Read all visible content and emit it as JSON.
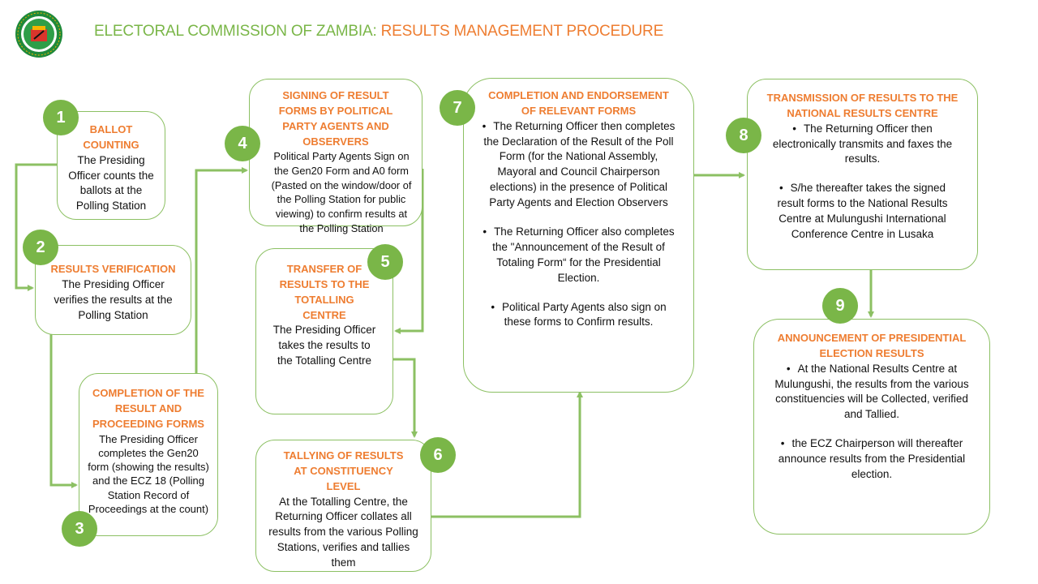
{
  "header": {
    "title_part1": "ELECTORAL COMMISSION OF ZAMBIA:",
    "title_part2": "RESULTS MANAGEMENT PROCEDURE",
    "logo_icon": "ecz-seal-icon"
  },
  "colors": {
    "accent_green": "#7ab648",
    "heading_orange": "#ee7d31",
    "border_green": "#8cc063"
  },
  "steps": [
    {
      "number": "1",
      "title": "BALLOT COUNTING",
      "body": "The Presiding Officer counts the ballots at the Polling Station"
    },
    {
      "number": "2",
      "title": "RESULTS VERIFICATION",
      "body": "The Presiding Officer verifies the results at the Polling Station"
    },
    {
      "number": "3",
      "title": "COMPLETION OF THE RESULT AND PROCEEDING FORMS",
      "body": "The Presiding Officer completes the Gen20 form (showing the results) and the ECZ 18 (Polling Station Record of Proceedings at the count)"
    },
    {
      "number": "4",
      "title": "SIGNING OF RESULT FORMS BY POLITICAL PARTY AGENTS AND OBSERVERS",
      "body": "Political Party Agents Sign on the Gen20 Form and A0 form (Pasted on the window/door of the Polling Station for public viewing)  to confirm results at the Polling Station"
    },
    {
      "number": "5",
      "title": "TRANSFER OF RESULTS TO THE TOTALLING CENTRE",
      "body": "The Presiding Officer takes the results to the Totalling Centre"
    },
    {
      "number": "6",
      "title": "TALLYING OF RESULTS AT CONSTITUENCY LEVEL",
      "body": "At the Totalling Centre, the Returning Officer collates all results from the various Polling Stations, verifies and tallies them"
    },
    {
      "number": "7",
      "title": "COMPLETION AND ENDORSEMENT OF RELEVANT FORMS",
      "bullets": [
        "The Returning Officer then completes the Declaration of the Result of the Poll Form (for the National Assembly, Mayoral and Council Chairperson elections) in the presence of Political Party Agents and Election Observers",
        "The Returning Officer also completes the \"Announcement of the Result of Totaling Form“ for the Presidential Election.",
        "Political Party Agents also sign on these forms to Confirm results."
      ]
    },
    {
      "number": "8",
      "title": "TRANSMISSION OF RESULTS TO THE NATIONAL RESULTS CENTRE",
      "bullets": [
        "The Returning Officer then electronically transmits and faxes the results.",
        "S/he thereafter takes the signed result forms to the National Results Centre at Mulungushi International Conference Centre in Lusaka"
      ]
    },
    {
      "number": "9",
      "title": "ANNOUNCEMENT OF PRESIDENTIAL ELECTION RESULTS",
      "bullets": [
        "At the National Results Centre at Mulungushi, the results from the various constituencies will be Collected, verified and Tallied.",
        "the ECZ Chairperson will thereafter announce results from the Presidential election."
      ]
    }
  ]
}
